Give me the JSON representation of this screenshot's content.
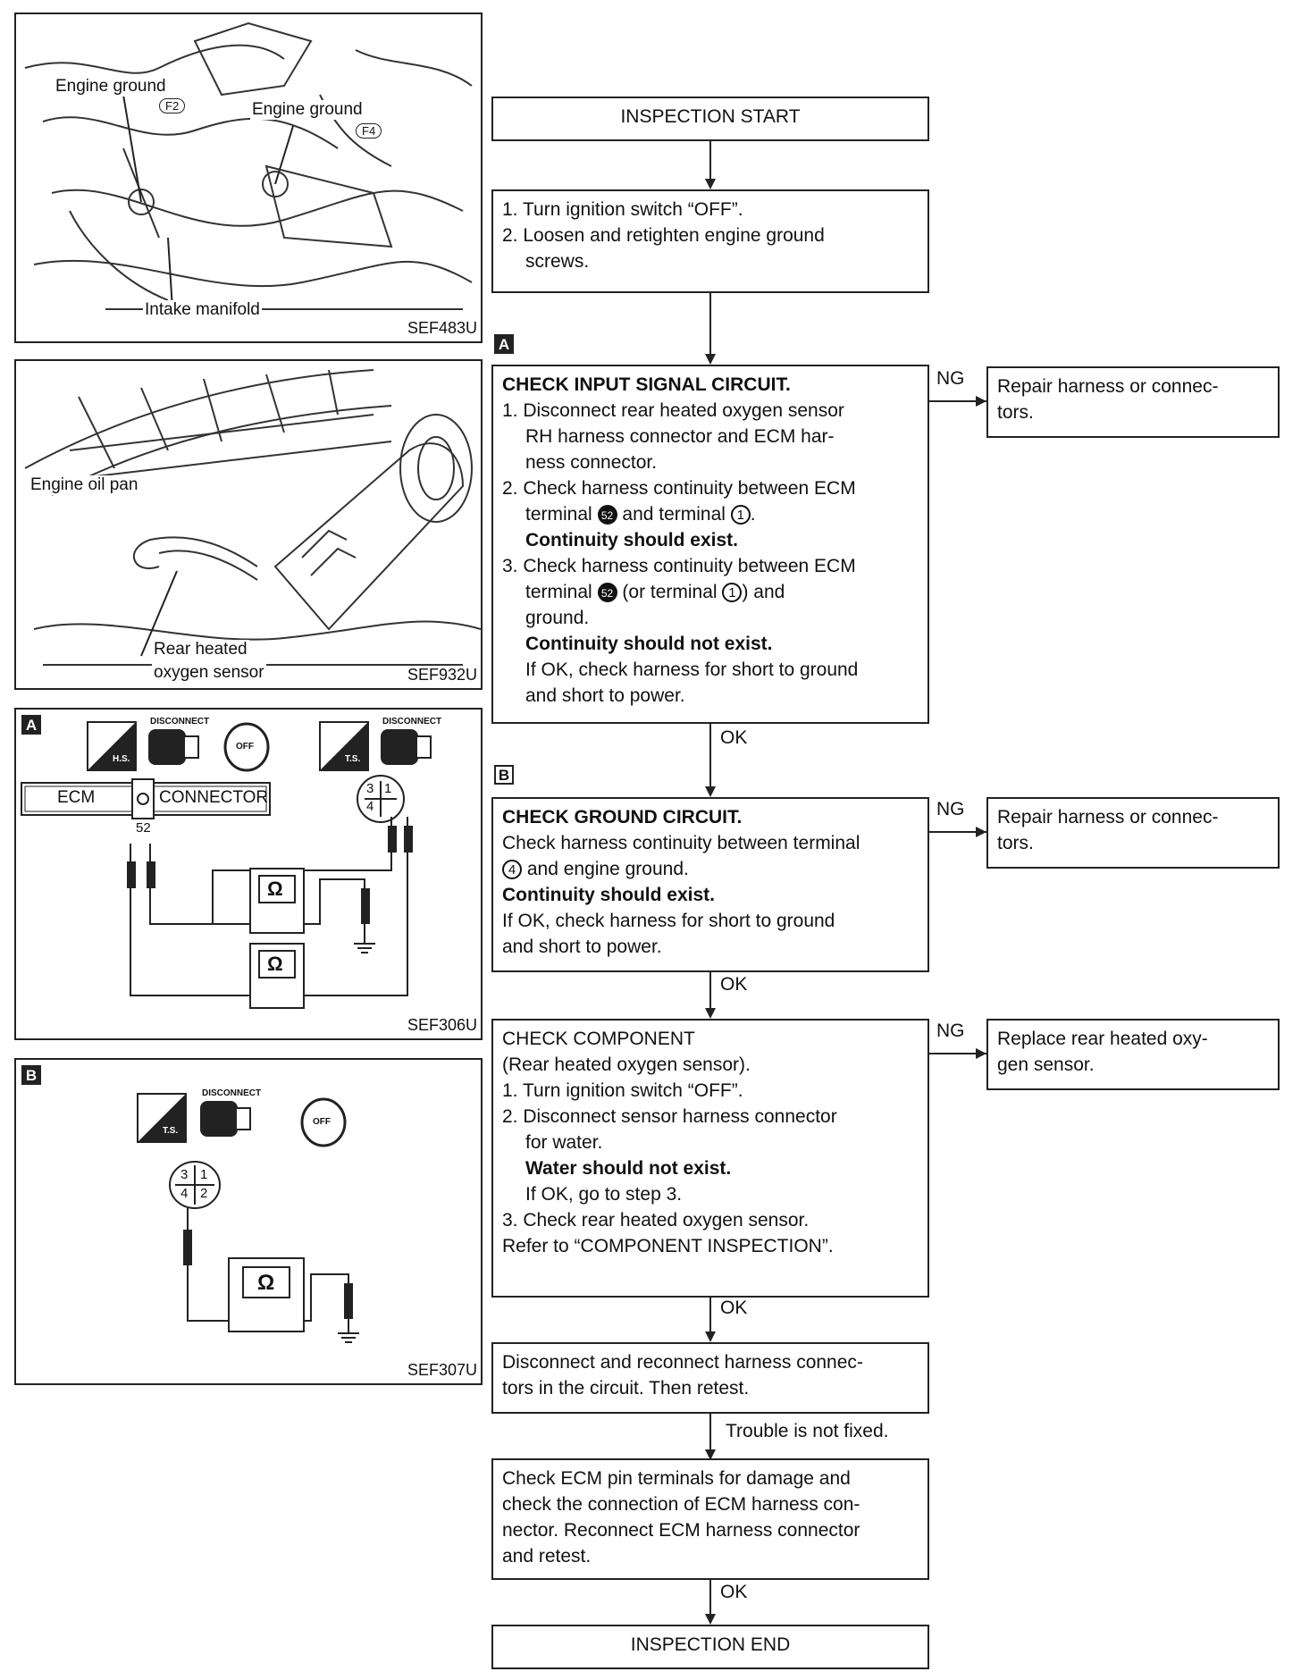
{
  "figures": {
    "fig1": {
      "code": "SEF483U",
      "labels": [
        "Engine ground",
        "Engine ground",
        "Intake manifold"
      ],
      "tags": [
        "F2",
        "F4"
      ]
    },
    "fig2": {
      "code": "SEF932U",
      "labels": [
        "Engine oil pan",
        "Rear heated",
        "oxygen sensor"
      ]
    },
    "fig3": {
      "code": "SEF306U",
      "section": "A",
      "icons": [
        "H.S.",
        "DISCONNECT",
        "OFF",
        "T.S.",
        "DISCONNECT"
      ],
      "ecm_label": "ECM",
      "connector_label": "CONNECTOR",
      "terminal": "52",
      "pins": [
        "3",
        "1",
        "4"
      ],
      "meter": "Ω"
    },
    "fig4": {
      "code": "SEF307U",
      "section": "B",
      "icons": [
        "T.S.",
        "DISCONNECT",
        "OFF"
      ],
      "pins": [
        "3",
        "1",
        "4",
        "2"
      ],
      "meter": "Ω"
    }
  },
  "flow": {
    "start": "INSPECTION START",
    "step1": [
      "1. Turn ignition switch “OFF”.",
      "2. Loosen and retighten engine ground",
      "screws."
    ],
    "tagA": "A",
    "checkA": {
      "title": "CHECK INPUT SIGNAL CIRCUIT.",
      "l1": "1. Disconnect rear heated oxygen sensor",
      "l2": "RH harness connector and ECM har-",
      "l3": "ness connector.",
      "l4": "2. Check harness continuity between ECM",
      "l5a": "terminal",
      "l5b": "and terminal",
      "l6": "Continuity should exist.",
      "l7": "3. Check harness continuity between ECM",
      "l8a": "terminal",
      "l8b": "(or terminal",
      "l8c": ") and",
      "l9": "ground.",
      "l10": "Continuity should not exist.",
      "l11": "If OK, check harness for short to ground",
      "l12": "and short to power.",
      "t52": "52",
      "t1": "1"
    },
    "ngA": "NG",
    "repairA": [
      "Repair harness or connec-",
      "tors."
    ],
    "okA": "OK",
    "tagB": "B",
    "checkB": {
      "title": "CHECK GROUND CIRCUIT.",
      "l1": "Check harness continuity between terminal",
      "l2": "and engine ground.",
      "t4": "4",
      "l3": "Continuity should exist.",
      "l4": "If OK, check harness for short to ground",
      "l5": "and short to power."
    },
    "ngB": "NG",
    "repairB": [
      "Repair harness or connec-",
      "tors."
    ],
    "okB": "OK",
    "checkC": {
      "title": "CHECK COMPONENT",
      "l1": "(Rear heated oxygen sensor).",
      "l2": "1. Turn ignition switch “OFF”.",
      "l3": "2. Disconnect sensor harness connector",
      "l4": "for water.",
      "l5": "Water should not exist.",
      "l6": "If OK, go to step 3.",
      "l7": "3. Check rear heated oxygen sensor.",
      "l8": "Refer to “COMPONENT INSPECTION”."
    },
    "ngC": "NG",
    "replaceC": [
      "Replace rear heated oxy-",
      "gen sensor."
    ],
    "okC": "OK",
    "reconnect": [
      "Disconnect and reconnect harness connec-",
      "tors in the circuit. Then retest."
    ],
    "notFixed": "Trouble is not fixed.",
    "ecmCheck": [
      "Check ECM pin terminals for damage and",
      "check the connection of ECM harness con-",
      "nector. Reconnect ECM harness connector",
      "and retest."
    ],
    "okEnd": "OK",
    "end": "INSPECTION END"
  }
}
